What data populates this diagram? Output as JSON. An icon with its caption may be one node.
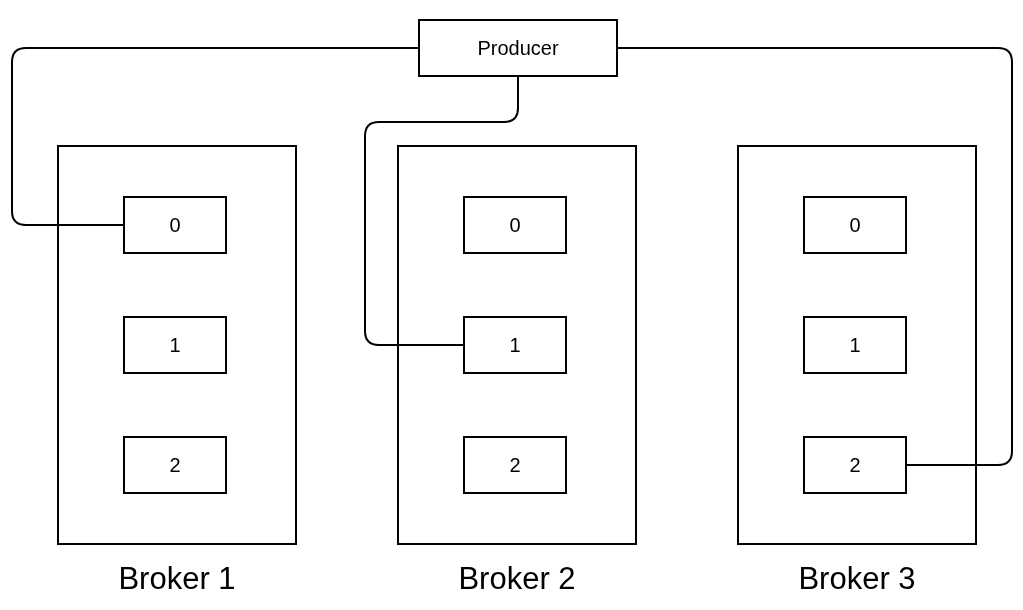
{
  "diagram": {
    "nodes": [
      {
        "text": [
          "Producer"
        ]
      },
      {
        "text": [
          "Broker 1"
        ]
      },
      {
        "text": [
          "0"
        ],
        "in": 1
      },
      {
        "text": [
          "1"
        ],
        "in": 1
      },
      {
        "text": [
          "2"
        ],
        "in": 1
      },
      {
        "text": [
          "Broker 2"
        ]
      },
      {
        "text": [
          "0"
        ],
        "in": 5
      },
      {
        "text": [
          "1"
        ],
        "in": 5
      },
      {
        "text": [
          "2"
        ],
        "in": 5
      },
      {
        "text": [
          "Broker 3"
        ]
      },
      {
        "text": [
          "0"
        ],
        "in": 9
      },
      {
        "text": [
          "1"
        ],
        "in": 9
      },
      {
        "text": [
          "2"
        ],
        "in": 9
      }
    ],
    "edges": [
      {
        "from": 0,
        "to": 2,
        "arrow": "none"
      },
      {
        "from": 0,
        "to": 7,
        "arrow": "none"
      },
      {
        "from": 0,
        "to": 12,
        "arrow": "none"
      }
    ]
  }
}
